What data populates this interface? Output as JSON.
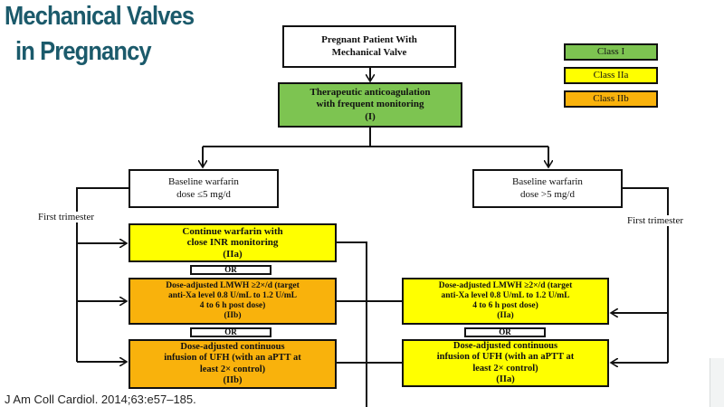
{
  "title": {
    "line1": "Mechanical Valves",
    "line2": "in Pregnancy"
  },
  "legend": [
    {
      "label": "Class I",
      "color": "#7dc451"
    },
    {
      "label": "Class IIa",
      "color": "#ffff00"
    },
    {
      "label": "Class IIb",
      "color": "#f9b20c"
    }
  ],
  "flow": {
    "start": {
      "line1": "Pregnant Patient With",
      "line2": "Mechanical Valve"
    },
    "anticoag": {
      "line1": "Therapeutic anticoagulation",
      "line2": "with frequent monitoring",
      "cls": "(I)"
    },
    "left_baseline": {
      "line1": "Baseline warfarin",
      "line2": "dose ≤5 mg/d"
    },
    "right_baseline": {
      "line1": "Baseline warfarin",
      "line2": "dose >5 mg/d"
    },
    "first_trimester": "First trimester",
    "or": "OR",
    "left_options": [
      {
        "line1": "Continue warfarin with",
        "line2": "close INR monitoring",
        "cls": "(IIa)"
      },
      {
        "line1": "Dose-adjusted LMWH ≥2×/d (target",
        "line2": "anti-Xa level 0.8 U/mL to 1.2 U/mL",
        "line3": "4 to 6 h post dose)",
        "cls": "(IIb)"
      },
      {
        "line1": "Dose-adjusted continuous",
        "line2": "infusion of UFH (with an aPTT at",
        "line3": "least 2× control)",
        "cls": "(IIb)"
      }
    ],
    "right_options": [
      {
        "line1": "Dose-adjusted LMWH ≥2×/d (target",
        "line2": "anti-Xa level 0.8 U/mL to 1.2 U/mL",
        "line3": "4 to 6 h post dose)",
        "cls": "(IIa)"
      },
      {
        "line1": "Dose-adjusted continuous",
        "line2": "infusion of UFH (with an aPTT at",
        "line3": "least 2× control)",
        "cls": "(IIa)"
      }
    ]
  },
  "citation": "J Am Coll Cardiol. 2014;63:e57–185."
}
